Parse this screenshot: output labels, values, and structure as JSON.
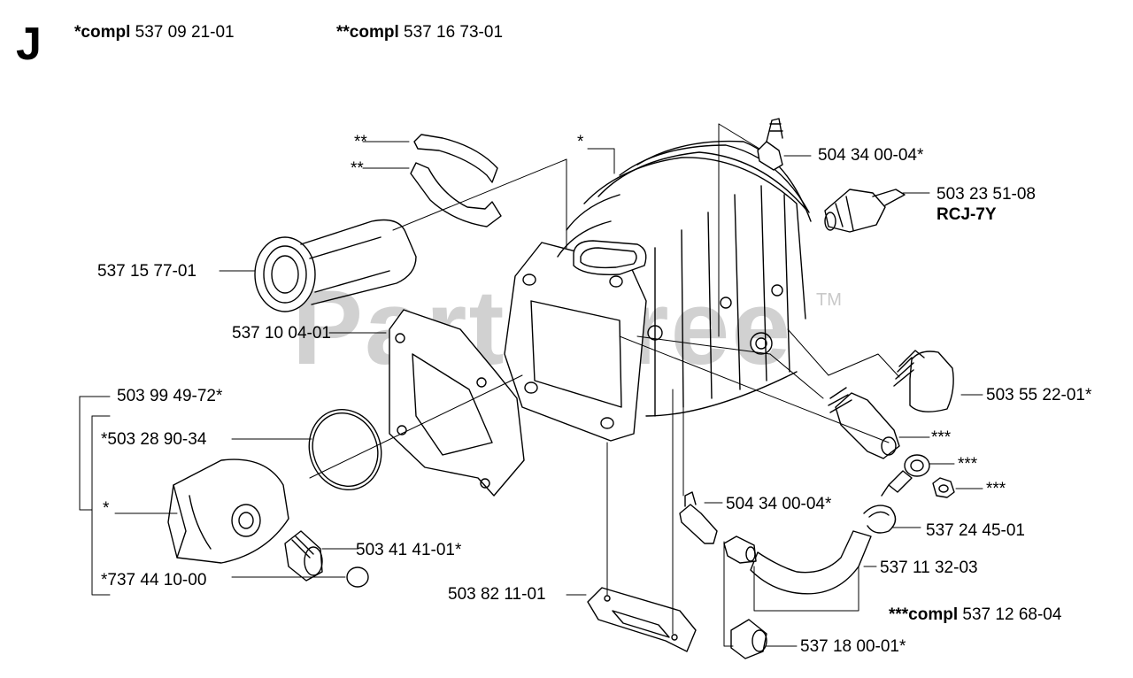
{
  "section_letter": "J",
  "header": {
    "compl1_prefix": "*compl",
    "compl1_number": "537 09 21-01",
    "compl2_prefix": "**compl",
    "compl2_number": "537 16 73-01"
  },
  "watermark": {
    "text": "PartsTree",
    "tm": "TM"
  },
  "labels": {
    "double_star_a": "**",
    "double_star_b": "**",
    "single_star_cyl": "*",
    "p_504_34_00_04_top": "504 34 00-04*",
    "p_503_23_51_08": "503 23 51-08",
    "p_rcj7y": "RCJ-7Y",
    "p_537_15_77_01": "537 15 77-01",
    "p_537_10_04_01": "537 10 04-01",
    "p_503_99_49_72": "503 99 49-72*",
    "p_503_28_90_34": "*503 28 90-34",
    "p_single_star_piston": "*",
    "p_503_55_22_01": "503 55 22-01*",
    "p_triple_star_1": "***",
    "p_triple_star_2": "***",
    "p_triple_star_3": "***",
    "p_504_34_00_04_bottom": "504 34 00-04*",
    "p_537_24_45_01": "537 24 45-01",
    "p_503_41_41_01": "503 41 41-01*",
    "p_737_44_10_00": "*737 44 10-00",
    "p_537_11_32_03": "537 11 32-03",
    "p_503_82_11_01": "503 82 11-01",
    "p_compl3_prefix": "***compl",
    "p_compl3_number": "537 12 68-04",
    "p_537_18_00_01": "537 18 00-01*"
  }
}
